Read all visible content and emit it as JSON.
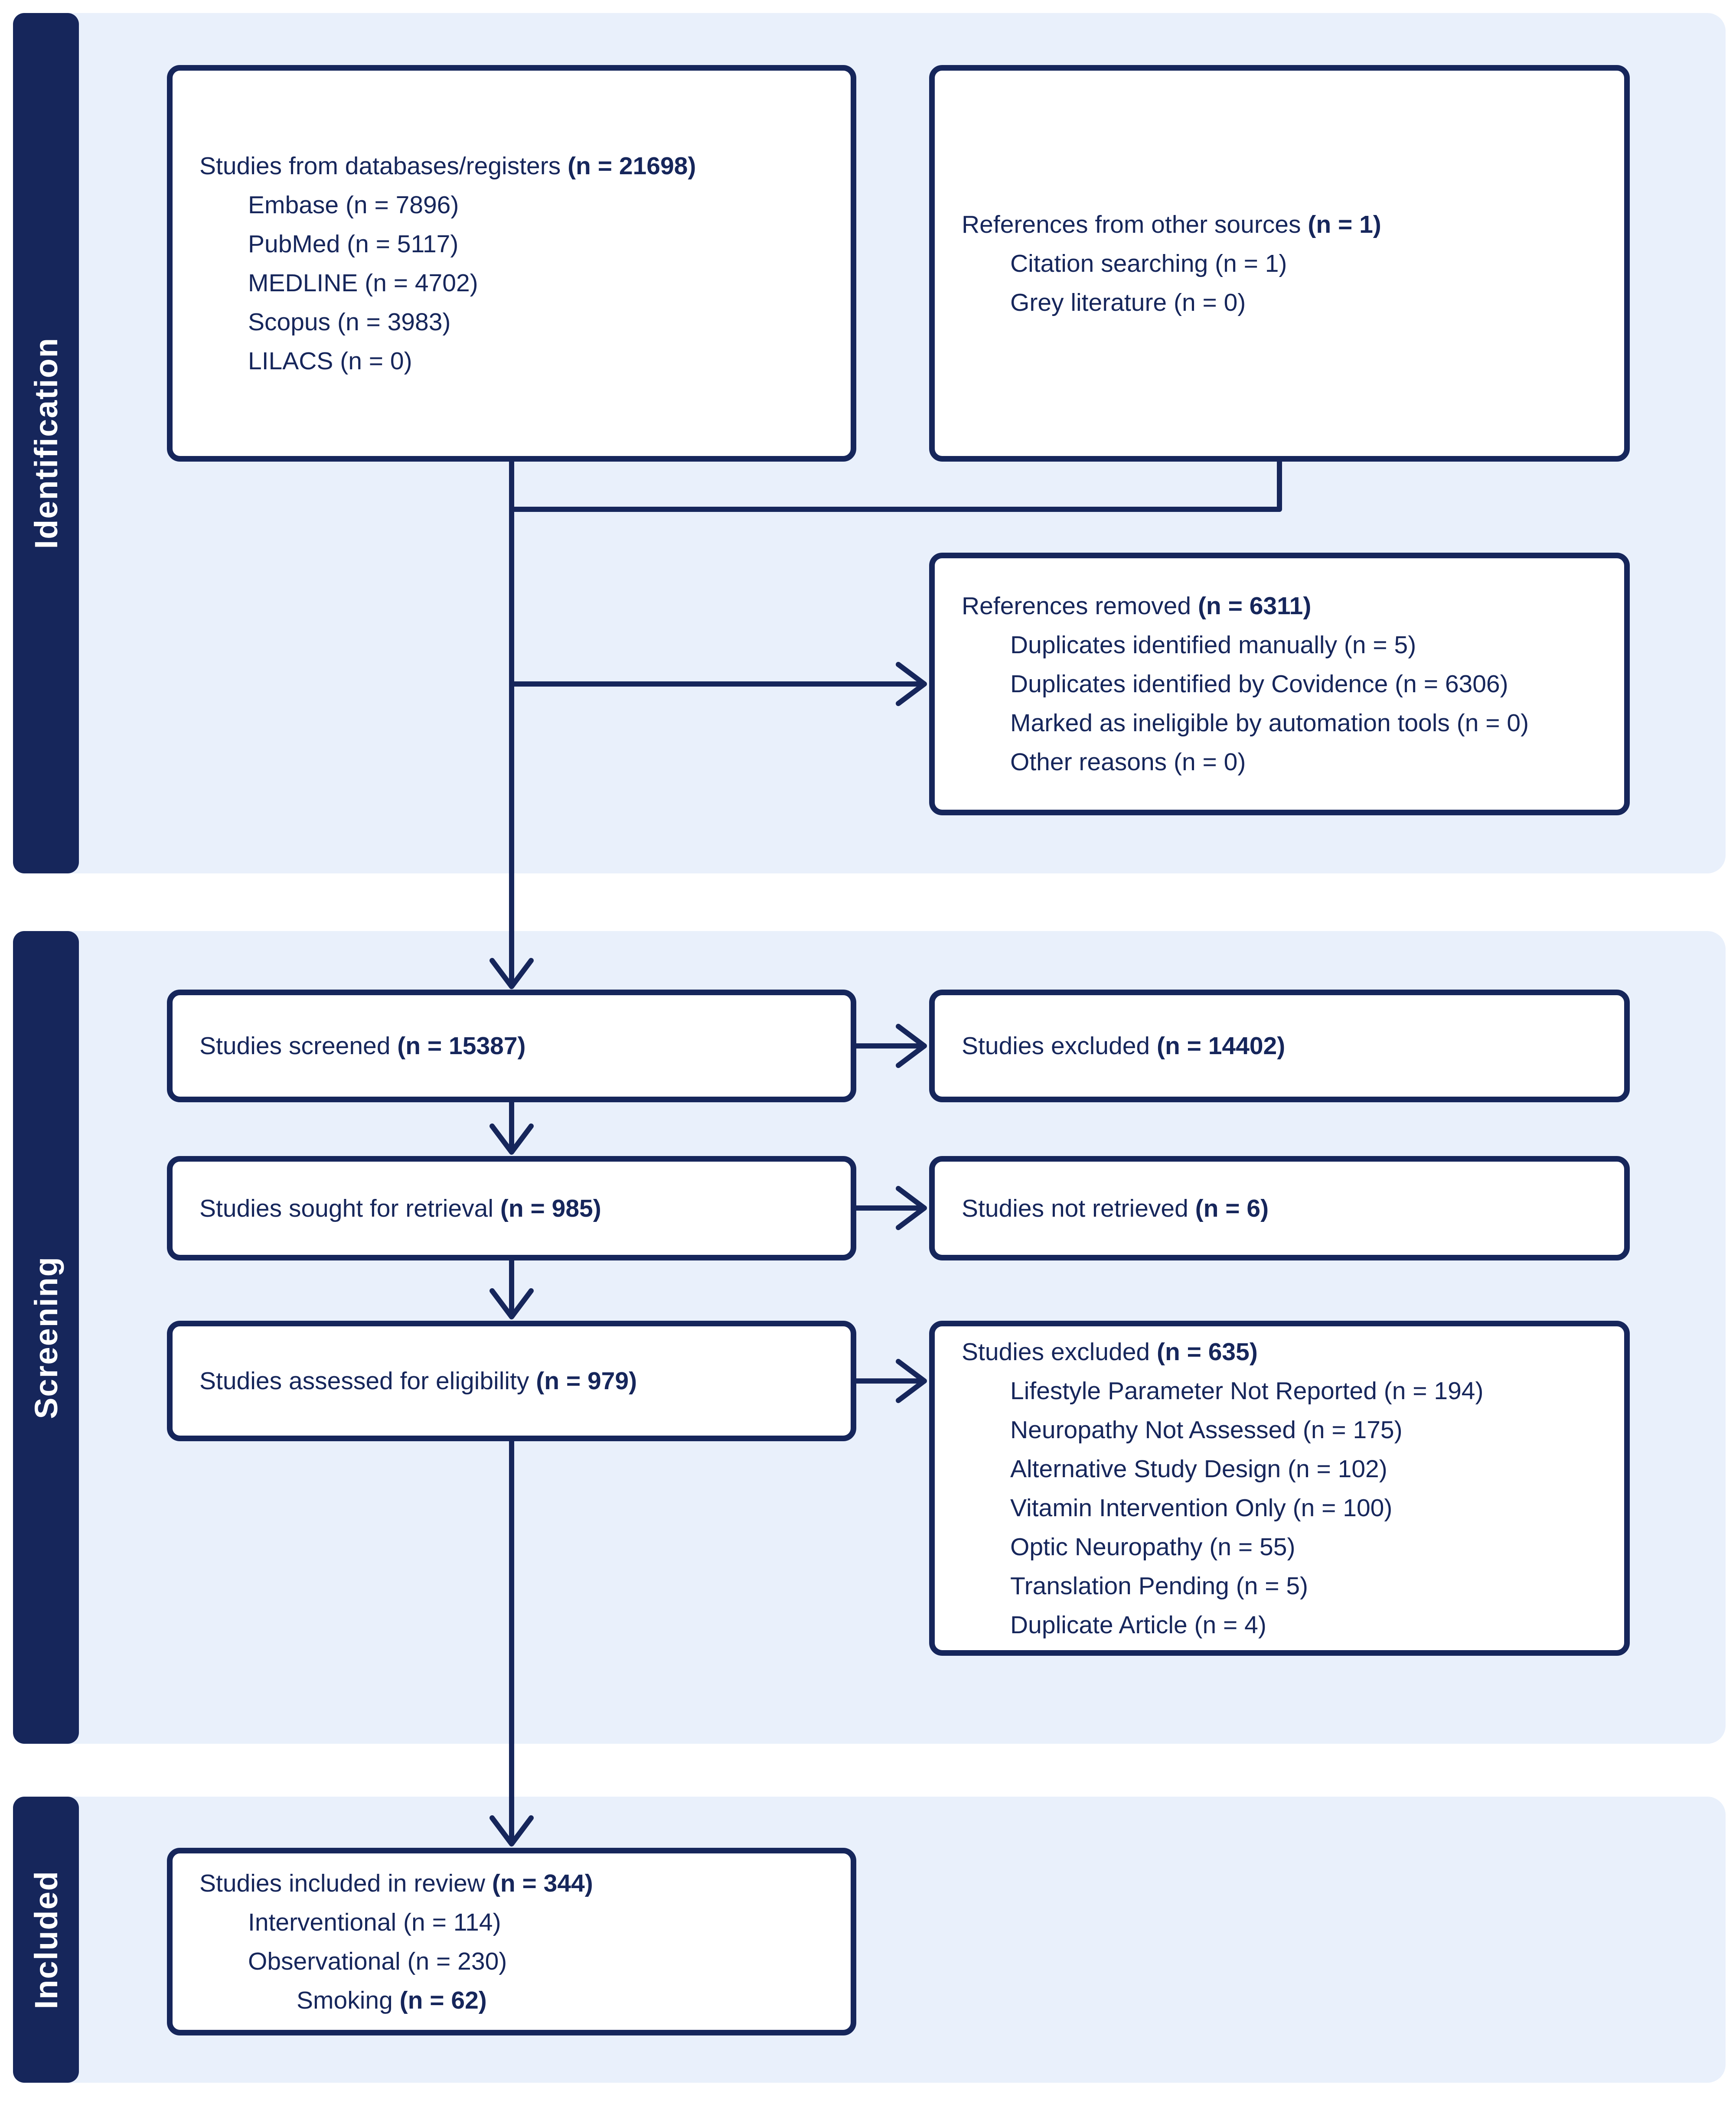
{
  "colors": {
    "navy": "#16265B",
    "section_bg": "#E9F0FB",
    "box_bg": "#FFFFFF",
    "sidebar_text": "#FFFFFF"
  },
  "sections": [
    {
      "label": "Identification"
    },
    {
      "label": "Screening"
    },
    {
      "label": "Included"
    }
  ],
  "boxes": {
    "databases": {
      "lines": [
        {
          "text": "Studies from databases/registers ",
          "bold": "(n = 21698)"
        },
        {
          "text": "Embase (n = 7896)"
        },
        {
          "text": "PubMed (n = 5117)"
        },
        {
          "text": "MEDLINE (n = 4702)"
        },
        {
          "text": "Scopus (n = 3983)"
        },
        {
          "text": "LILACS (n = 0)"
        }
      ]
    },
    "other_sources": {
      "lines": [
        {
          "text": "References from other sources ",
          "bold": "(n = 1)"
        },
        {
          "text": "Citation searching (n = 1)"
        },
        {
          "text": "Grey literature (n = 0)"
        }
      ]
    },
    "references_removed": {
      "lines": [
        {
          "text": "References removed ",
          "bold": "(n = 6311)"
        },
        {
          "text": "Duplicates identified manually (n = 5)"
        },
        {
          "text": "Duplicates identified by Covidence (n = 6306)"
        },
        {
          "text": "Marked as ineligible by automation tools (n = 0)"
        },
        {
          "text": "Other reasons (n = 0)"
        }
      ]
    },
    "screened": {
      "lines": [
        {
          "text": "Studies screened ",
          "bold": "(n = 15387)"
        }
      ]
    },
    "excluded_screening": {
      "lines": [
        {
          "text": "Studies excluded ",
          "bold": "(n = 14402)"
        }
      ]
    },
    "sought": {
      "lines": [
        {
          "text": "Studies sought for retrieval ",
          "bold": "(n = 985)"
        }
      ]
    },
    "not_retrieved": {
      "lines": [
        {
          "text": "Studies not retrieved ",
          "bold": "(n = 6)"
        }
      ]
    },
    "assessed": {
      "lines": [
        {
          "text": "Studies assessed for eligibility ",
          "bold": "(n = 979)"
        }
      ]
    },
    "excluded_eligibility": {
      "lines": [
        {
          "text": "Studies excluded ",
          "bold": "(n = 635)"
        },
        {
          "text": "Lifestyle Parameter Not Reported (n = 194)"
        },
        {
          "text": "Neuropathy Not Assessed (n = 175)"
        },
        {
          "text": "Alternative Study Design (n = 102)"
        },
        {
          "text": "Vitamin Intervention Only (n = 100)"
        },
        {
          "text": "Optic Neuropathy (n = 55)"
        },
        {
          "text": "Translation Pending (n = 5)"
        },
        {
          "text": "Duplicate Article (n = 4)"
        }
      ]
    },
    "included": {
      "lines": [
        {
          "text": "Studies included in review ",
          "bold": "(n = 344)"
        },
        {
          "text": "Interventional (n = 114)"
        },
        {
          "text": "Observational (n = 230)"
        },
        {
          "text": "Smoking ",
          "bold": "(n = 62)"
        }
      ]
    }
  }
}
